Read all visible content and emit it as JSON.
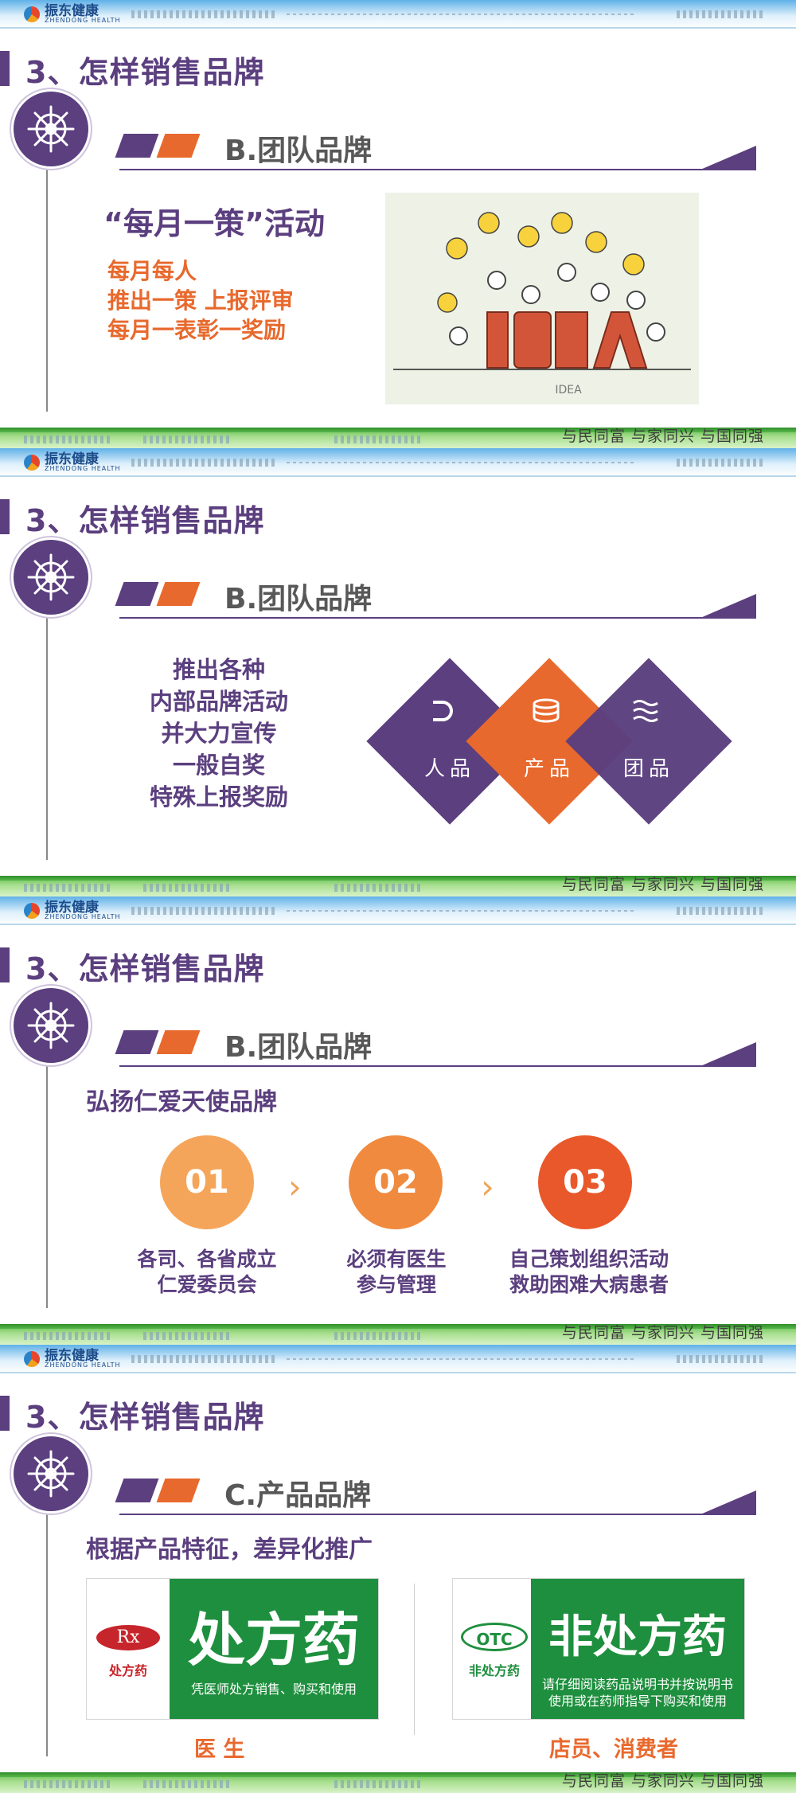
{
  "common": {
    "logo_cn": "振东健康",
    "logo_en": "ZHENDONG HEALTH",
    "heading": "3、怎样销售品牌",
    "slogan": "与民同富 与家同兴 与国同强"
  },
  "slides": [
    {
      "section": "B.团队品牌",
      "title": "“每月一策”活动",
      "lines": [
        "每月每人",
        "推出一策 上报评审",
        "每月一表彰一奖励"
      ],
      "image_word": "IDEA"
    },
    {
      "section": "B.团队品牌",
      "lines": [
        "推出各种",
        "内部品牌活动",
        "并大力宣传",
        "一般自奖",
        "特殊上报奖励"
      ],
      "diamonds": [
        {
          "label": "人品",
          "icon": "magnet-icon",
          "color": "#5b3f7f"
        },
        {
          "label": "产品",
          "icon": "database-icon",
          "color": "#e8692d"
        },
        {
          "label": "团品",
          "icon": "waves-icon",
          "color": "#5b3f7f"
        }
      ]
    },
    {
      "section": "B.团队品牌",
      "subtitle": "弘扬仁爱天使品牌",
      "steps": [
        {
          "num": "01",
          "caption": [
            "各司、各省成立",
            "仁爱委员会"
          ],
          "color": "#f5a55a"
        },
        {
          "num": "02",
          "caption": [
            "必须有医生",
            "参与管理"
          ],
          "color": "#f08a3e"
        },
        {
          "num": "03",
          "caption": [
            "自己策划组织活动",
            "救助困难大病患者"
          ],
          "color": "#e9582a"
        }
      ]
    },
    {
      "section": "C.产品品牌",
      "subtitle": "根据产品特征，差异化推广",
      "rx": {
        "badge": "Rx",
        "label": "处方药",
        "big": "处方药",
        "small": "凭医师处方销售、购买和使用",
        "audience": "医  生"
      },
      "otc": {
        "badge": "OTC",
        "label": "非处方药",
        "big": "非处方药",
        "small": [
          "请仔细阅读药品说明书并按说明书",
          "使用或在药师指导下购买和使用"
        ],
        "audience": "店员、消费者"
      }
    }
  ]
}
